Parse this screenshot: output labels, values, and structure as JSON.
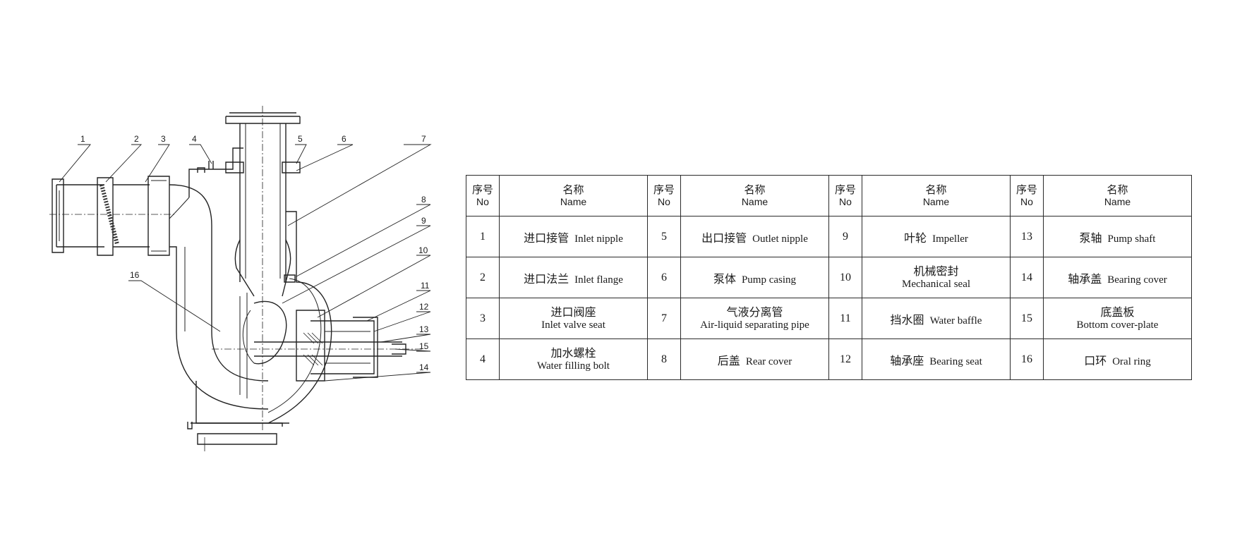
{
  "callouts": [
    "1",
    "2",
    "3",
    "4",
    "5",
    "6",
    "7",
    "8",
    "9",
    "10",
    "11",
    "12",
    "13",
    "15",
    "14",
    "16"
  ],
  "table": {
    "header": {
      "no_zh": "序号",
      "no_en": "No",
      "name_zh": "名称",
      "name_en": "Name"
    },
    "rows": [
      [
        {
          "no": "1",
          "zh": "进口接管",
          "en": "Inlet nipple",
          "layout": "inline"
        },
        {
          "no": "5",
          "zh": "出口接管",
          "en": "Outlet nipple",
          "layout": "inline"
        },
        {
          "no": "9",
          "zh": "叶轮",
          "en": "Impeller",
          "layout": "inline"
        },
        {
          "no": "13",
          "zh": "泵轴",
          "en": "Pump shaft",
          "layout": "inline"
        }
      ],
      [
        {
          "no": "2",
          "zh": "进口法兰",
          "en": "Inlet flange",
          "layout": "inline"
        },
        {
          "no": "6",
          "zh": "泵体",
          "en": "Pump casing",
          "layout": "inline"
        },
        {
          "no": "10",
          "zh": "机械密封",
          "en": "Mechanical seal",
          "layout": "stack"
        },
        {
          "no": "14",
          "zh": "轴承盖",
          "en": "Bearing cover",
          "layout": "inline"
        }
      ],
      [
        {
          "no": "3",
          "zh": "进口阀座",
          "en": "Inlet valve seat",
          "layout": "stack"
        },
        {
          "no": "7",
          "zh": "气液分离管",
          "en": "Air-liquid separating pipe",
          "layout": "stack"
        },
        {
          "no": "11",
          "zh": "挡水圈",
          "en": "Water baffle",
          "layout": "inline"
        },
        {
          "no": "15",
          "zh": "底盖板",
          "en": "Bottom cover-plate",
          "layout": "stack"
        }
      ],
      [
        {
          "no": "4",
          "zh": "加水螺栓",
          "en": "Water filling bolt",
          "layout": "stack"
        },
        {
          "no": "8",
          "zh": "后盖",
          "en": "Rear cover",
          "layout": "inline"
        },
        {
          "no": "12",
          "zh": "轴承座",
          "en": "Bearing seat",
          "layout": "inline"
        },
        {
          "no": "16",
          "zh": "口环",
          "en": "Oral ring",
          "layout": "inline"
        }
      ]
    ]
  }
}
